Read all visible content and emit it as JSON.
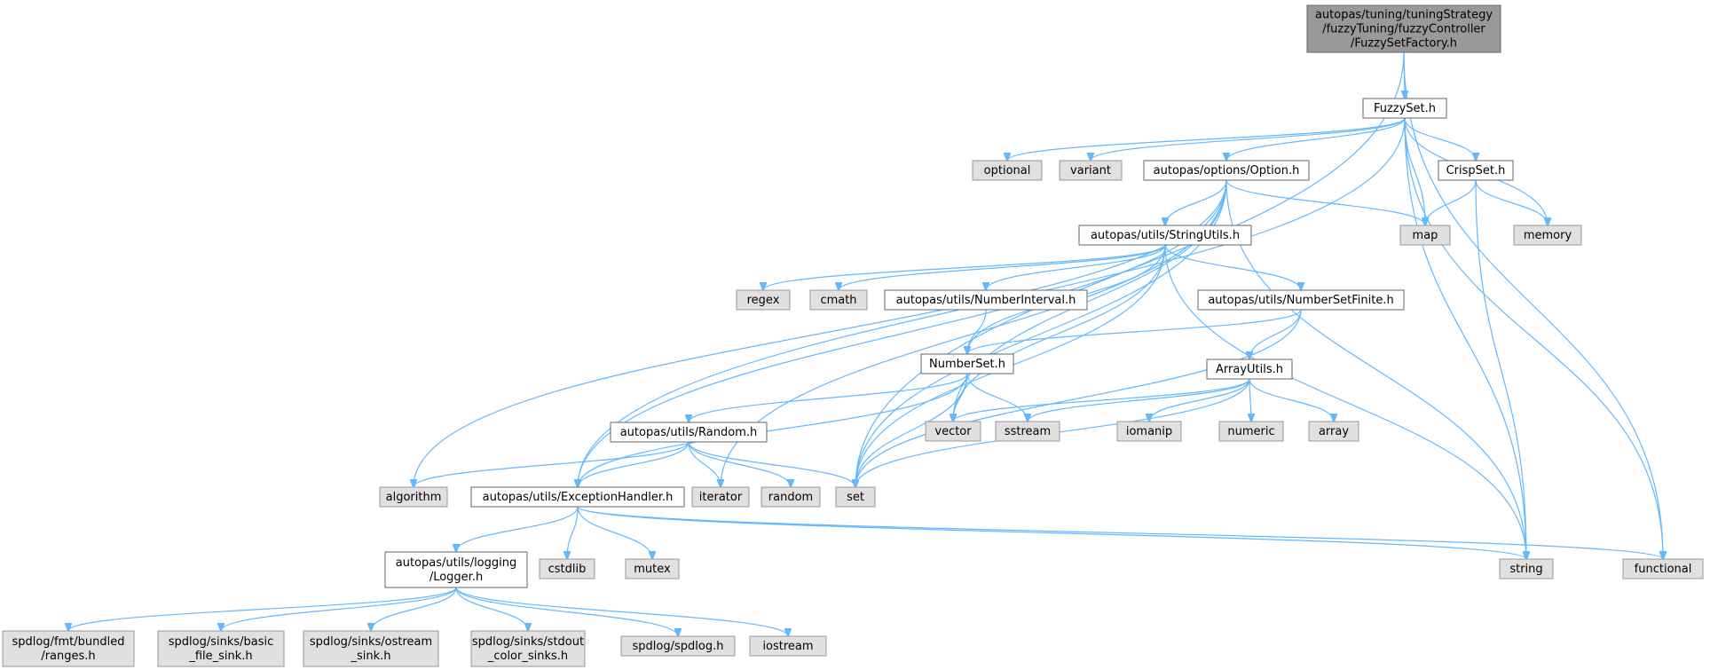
{
  "colors": {
    "edge": "#63b8ff",
    "root_fill": "#999999",
    "local_fill": "#ffffff",
    "system_fill": "#e0e0e0"
  },
  "nodes": [
    {
      "id": "root",
      "kind": "root",
      "lines": [
        "autopas/tuning/tuningStrategy",
        "/fuzzyTuning/fuzzyController",
        "/FuzzySetFactory.h"
      ]
    },
    {
      "id": "fuzzyset",
      "kind": "local",
      "lines": [
        "FuzzySet.h"
      ]
    },
    {
      "id": "optional",
      "kind": "system",
      "lines": [
        "optional"
      ]
    },
    {
      "id": "variant",
      "kind": "system",
      "lines": [
        "variant"
      ]
    },
    {
      "id": "option",
      "kind": "local",
      "lines": [
        "autopas/options/Option.h"
      ]
    },
    {
      "id": "crispset",
      "kind": "local",
      "lines": [
        "CrispSet.h"
      ]
    },
    {
      "id": "map",
      "kind": "system",
      "lines": [
        "map"
      ]
    },
    {
      "id": "memory",
      "kind": "system",
      "lines": [
        "memory"
      ]
    },
    {
      "id": "stringutils",
      "kind": "local",
      "lines": [
        "autopas/utils/StringUtils.h"
      ]
    },
    {
      "id": "regex",
      "kind": "system",
      "lines": [
        "regex"
      ]
    },
    {
      "id": "cmath",
      "kind": "system",
      "lines": [
        "cmath"
      ]
    },
    {
      "id": "numberinterval",
      "kind": "local",
      "lines": [
        "autopas/utils/NumberInterval.h"
      ]
    },
    {
      "id": "numbersetfinite",
      "kind": "local",
      "lines": [
        "autopas/utils/NumberSetFinite.h"
      ]
    },
    {
      "id": "numberset",
      "kind": "local",
      "lines": [
        "NumberSet.h"
      ]
    },
    {
      "id": "arrayutils",
      "kind": "local",
      "lines": [
        "ArrayUtils.h"
      ]
    },
    {
      "id": "random_h",
      "kind": "local",
      "lines": [
        "autopas/utils/Random.h"
      ]
    },
    {
      "id": "vector",
      "kind": "system",
      "lines": [
        "vector"
      ]
    },
    {
      "id": "sstream",
      "kind": "system",
      "lines": [
        "sstream"
      ]
    },
    {
      "id": "iomanip",
      "kind": "system",
      "lines": [
        "iomanip"
      ]
    },
    {
      "id": "numeric",
      "kind": "system",
      "lines": [
        "numeric"
      ]
    },
    {
      "id": "array",
      "kind": "system",
      "lines": [
        "array"
      ]
    },
    {
      "id": "algorithm",
      "kind": "system",
      "lines": [
        "algorithm"
      ]
    },
    {
      "id": "exceptionhandler",
      "kind": "local",
      "lines": [
        "autopas/utils/ExceptionHandler.h"
      ]
    },
    {
      "id": "iterator",
      "kind": "system",
      "lines": [
        "iterator"
      ]
    },
    {
      "id": "random",
      "kind": "system",
      "lines": [
        "random"
      ]
    },
    {
      "id": "set",
      "kind": "system",
      "lines": [
        "set"
      ]
    },
    {
      "id": "logger",
      "kind": "local",
      "lines": [
        "autopas/utils/logging",
        "/Logger.h"
      ]
    },
    {
      "id": "cstdlib",
      "kind": "system",
      "lines": [
        "cstdlib"
      ]
    },
    {
      "id": "mutex",
      "kind": "system",
      "lines": [
        "mutex"
      ]
    },
    {
      "id": "string",
      "kind": "system",
      "lines": [
        "string"
      ]
    },
    {
      "id": "functional",
      "kind": "system",
      "lines": [
        "functional"
      ]
    },
    {
      "id": "ranges",
      "kind": "system",
      "lines": [
        "spdlog/fmt/bundled",
        "/ranges.h"
      ]
    },
    {
      "id": "basicfilesink",
      "kind": "system",
      "lines": [
        "spdlog/sinks/basic",
        "_file_sink.h"
      ]
    },
    {
      "id": "ostreamsink",
      "kind": "system",
      "lines": [
        "spdlog/sinks/ostream",
        "_sink.h"
      ]
    },
    {
      "id": "stdoutsinks",
      "kind": "system",
      "lines": [
        "spdlog/sinks/stdout",
        "_color_sinks.h"
      ]
    },
    {
      "id": "spdlog",
      "kind": "system",
      "lines": [
        "spdlog/spdlog.h"
      ]
    },
    {
      "id": "iostream",
      "kind": "system",
      "lines": [
        "iostream"
      ]
    }
  ],
  "edges": [
    [
      "root",
      "fuzzyset"
    ],
    [
      "root",
      "set"
    ],
    [
      "root",
      "functional"
    ],
    [
      "fuzzyset",
      "optional"
    ],
    [
      "fuzzyset",
      "variant"
    ],
    [
      "fuzzyset",
      "option"
    ],
    [
      "fuzzyset",
      "crispset"
    ],
    [
      "fuzzyset",
      "map"
    ],
    [
      "fuzzyset",
      "memory"
    ],
    [
      "fuzzyset",
      "string"
    ],
    [
      "fuzzyset",
      "functional"
    ],
    [
      "fuzzyset",
      "exceptionhandler"
    ],
    [
      "option",
      "stringutils"
    ],
    [
      "option",
      "map"
    ],
    [
      "option",
      "string"
    ],
    [
      "option",
      "algorithm"
    ],
    [
      "option",
      "vector"
    ],
    [
      "option",
      "set"
    ],
    [
      "option",
      "iterator"
    ],
    [
      "option",
      "exceptionhandler"
    ],
    [
      "crispset",
      "map"
    ],
    [
      "crispset",
      "memory"
    ],
    [
      "crispset",
      "string"
    ],
    [
      "stringutils",
      "regex"
    ],
    [
      "stringutils",
      "cmath"
    ],
    [
      "stringutils",
      "numberinterval"
    ],
    [
      "stringutils",
      "numbersetfinite"
    ],
    [
      "stringutils",
      "numberset"
    ],
    [
      "stringutils",
      "vector"
    ],
    [
      "stringutils",
      "set"
    ],
    [
      "stringutils",
      "string"
    ],
    [
      "numberinterval",
      "numberset"
    ],
    [
      "numbersetfinite",
      "numberset"
    ],
    [
      "numbersetfinite",
      "arrayutils"
    ],
    [
      "numbersetfinite",
      "set"
    ],
    [
      "numberset",
      "random_h"
    ],
    [
      "numberset",
      "vector"
    ],
    [
      "numberset",
      "sstream"
    ],
    [
      "numberset",
      "set"
    ],
    [
      "numberset",
      "exceptionhandler"
    ],
    [
      "arrayutils",
      "vector"
    ],
    [
      "arrayutils",
      "sstream"
    ],
    [
      "arrayutils",
      "iomanip"
    ],
    [
      "arrayutils",
      "numeric"
    ],
    [
      "arrayutils",
      "array"
    ],
    [
      "arrayutils",
      "set"
    ],
    [
      "random_h",
      "algorithm"
    ],
    [
      "random_h",
      "exceptionhandler"
    ],
    [
      "random_h",
      "iterator"
    ],
    [
      "random_h",
      "random"
    ],
    [
      "random_h",
      "set"
    ],
    [
      "exceptionhandler",
      "logger"
    ],
    [
      "exceptionhandler",
      "cstdlib"
    ],
    [
      "exceptionhandler",
      "mutex"
    ],
    [
      "exceptionhandler",
      "string"
    ],
    [
      "exceptionhandler",
      "functional"
    ],
    [
      "logger",
      "ranges"
    ],
    [
      "logger",
      "basicfilesink"
    ],
    [
      "logger",
      "ostreamsink"
    ],
    [
      "logger",
      "stdoutsinks"
    ],
    [
      "logger",
      "spdlog"
    ],
    [
      "logger",
      "iostream"
    ]
  ]
}
